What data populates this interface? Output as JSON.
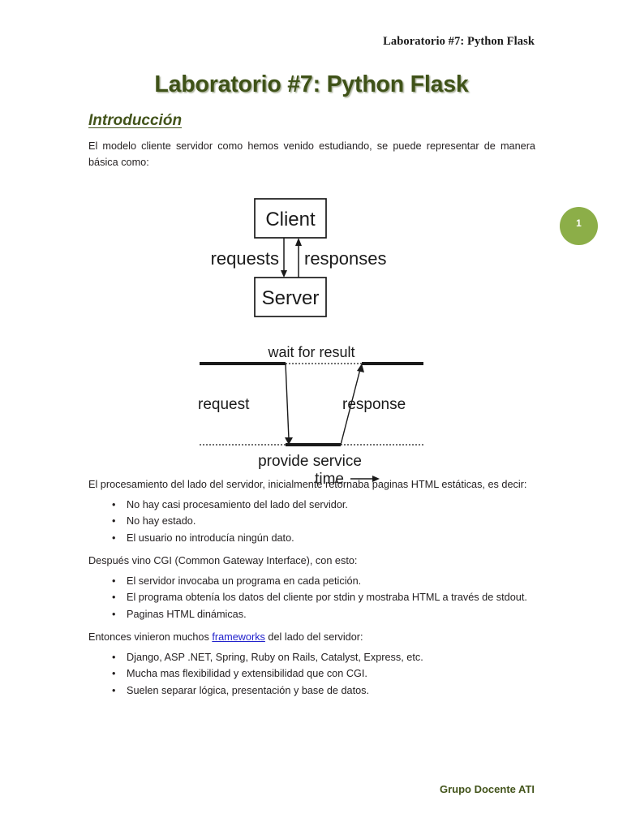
{
  "header": {
    "running_title": "Laboratorio #7: Python Flask"
  },
  "title": "Laboratorio #7: Python Flask",
  "page_badge": {
    "number": "1",
    "color": "#8cae48"
  },
  "footer": {
    "text": "Grupo Docente ATI",
    "color": "#43541b"
  },
  "theme": {
    "heading_color": "#43541b",
    "title_color": "#3f5218",
    "link_color": "#2222cc",
    "body_color": "#231f20"
  },
  "sections": [
    {
      "heading": "Introducción",
      "intro_paragraph": "El modelo cliente servidor como hemos venido estudiando, se puede representar de manera básica como:",
      "paragraph_2": "El procesamiento del lado del servidor, inicialmente retornaba paginas HTML estáticas, es decir:",
      "list_1": [
        "No hay casi procesamiento del lado del servidor.",
        "No hay estado.",
        "El usuario no introducía ningún dato."
      ],
      "paragraph_3": "Después vino CGI (Common Gateway Interface), con esto:",
      "list_2": [
        "El servidor invocaba un programa en cada petición.",
        "El programa obtenía los datos del cliente por stdin y mostraba HTML a través de stdout.",
        "Paginas HTML dinámicas."
      ],
      "paragraph_4_pre": "Entonces vinieron muchos ",
      "paragraph_4_link": "frameworks",
      "paragraph_4_post": " del lado del servidor:",
      "list_3": [
        "Django, ASP .NET, Spring, Ruby on Rails, Catalyst, Express, etc.",
        "Mucha mas flexibilidad y extensibilidad que con CGI.",
        "Suelen separar lógica, presentación y base de datos."
      ]
    }
  ],
  "figures": {
    "client_server": {
      "box_top_label": "Client",
      "box_bottom_label": "Server",
      "arrow_left_label": "requests",
      "arrow_right_label": "responses"
    },
    "timing": {
      "top_label": "wait for result",
      "left_label": "request",
      "right_label": "response",
      "bottom_label": "provide service",
      "axis_label": "time"
    }
  },
  "bullet_glyph": "•"
}
